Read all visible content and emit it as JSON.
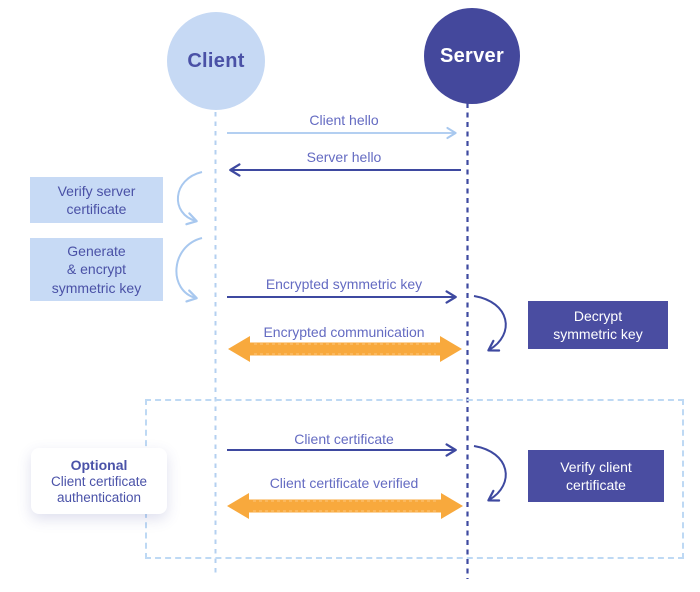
{
  "actors": {
    "client": {
      "label": "Client"
    },
    "server": {
      "label": "Server"
    }
  },
  "messages": {
    "client_hello": "Client hello",
    "server_hello": "Server hello",
    "encrypted_symmetric_key": "Encrypted symmetric key",
    "encrypted_communication": "Encrypted communication",
    "client_certificate": "Client certificate",
    "client_certificate_verified": "Client certificate verified"
  },
  "client_actions": {
    "verify_server_certificate": "Verify server\ncertificate",
    "generate_encrypt_symmetric_key": "Generate\n& encrypt\nsymmetric key"
  },
  "server_actions": {
    "decrypt_symmetric_key": "Decrypt\nsymmetric key",
    "verify_client_certificate": "Verify client\ncertificate"
  },
  "optional_section": {
    "title": "Optional",
    "subtitle": "Client certificate\nauthentication"
  },
  "colors": {
    "light_blue_fill": "#c7daf5",
    "light_arrow": "#a8c8ef",
    "indigo_fill": "#4a4da1",
    "server_circle": "#44489c",
    "dark_arrow": "#3e49a0",
    "orange_arrow": "#f8a93d",
    "label_text": "#646bc2",
    "optional_dashed_border": "#bed9f4"
  }
}
